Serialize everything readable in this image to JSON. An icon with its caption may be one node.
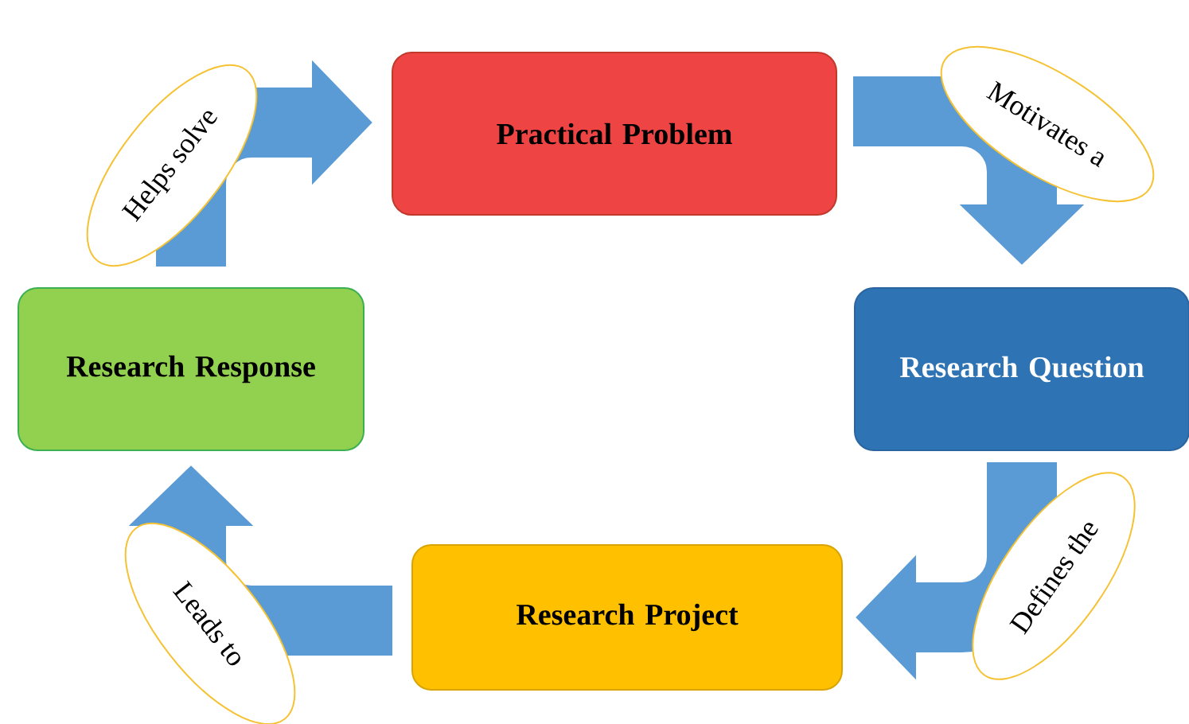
{
  "diagram": {
    "nodes": [
      {
        "text": [
          "Practical Problem"
        ]
      },
      {
        "text": [
          "Research Question"
        ]
      },
      {
        "text": [
          "Research Project"
        ]
      },
      {
        "text": [
          "Research Response"
        ]
      }
    ],
    "edges": [
      {
        "from": 3,
        "to": 0,
        "arrow": "to",
        "label": "Helps solve"
      },
      {
        "from": 0,
        "to": 1,
        "arrow": "to",
        "label": "Motivates a"
      },
      {
        "from": 1,
        "to": 2,
        "arrow": "to",
        "label": "Defines the"
      },
      {
        "from": 2,
        "to": 3,
        "arrow": "to",
        "label": "Leads to"
      }
    ]
  }
}
